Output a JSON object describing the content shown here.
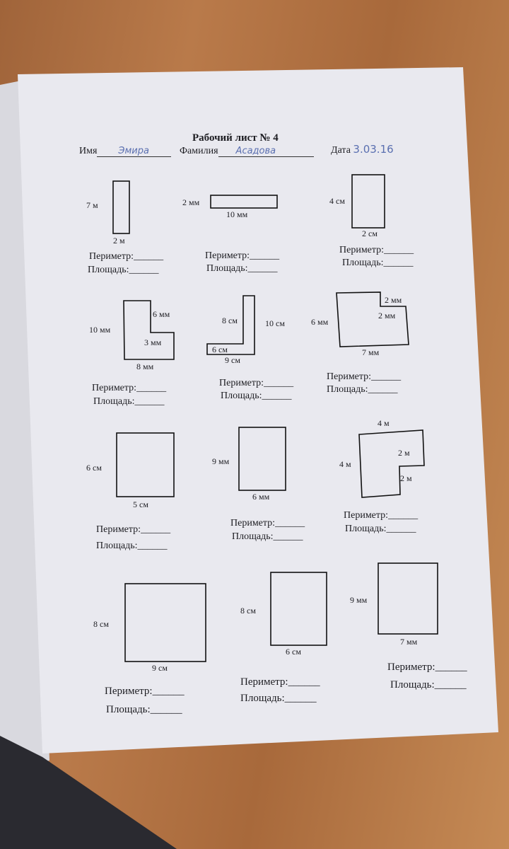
{
  "header": {
    "title": "Рабочий лист № 4",
    "name_label": "Имя",
    "name_value": "Эмира",
    "surname_label": "Фамилия",
    "surname_value": "Асадова",
    "date_label": "Дата",
    "date_value": "3.03.16"
  },
  "answer_labels": {
    "perimeter": "Периметр:______",
    "area": "Площадь:______"
  },
  "figures": [
    {
      "labels": [
        "7 м",
        "2 м"
      ]
    },
    {
      "labels": [
        "2 мм",
        "10 мм"
      ]
    },
    {
      "labels": [
        "4 см",
        "2 см"
      ]
    },
    {
      "labels": [
        "10 мм",
        "6 мм",
        "3 мм",
        "8 мм"
      ]
    },
    {
      "labels": [
        "8 см",
        "10 см",
        "6 см",
        "9 см"
      ]
    },
    {
      "labels": [
        "6 мм",
        "2 мм",
        "2 мм",
        "7 мм"
      ]
    },
    {
      "labels": [
        "6 см",
        "5 см"
      ]
    },
    {
      "labels": [
        "9 мм",
        "6 мм"
      ]
    },
    {
      "labels": [
        "4 м",
        "4 м",
        "2 м",
        "2 м"
      ]
    },
    {
      "labels": [
        "8 см",
        "9 см"
      ]
    },
    {
      "labels": [
        "8 см",
        "6 см"
      ]
    },
    {
      "labels": [
        "9 мм",
        "7 мм"
      ]
    }
  ]
}
